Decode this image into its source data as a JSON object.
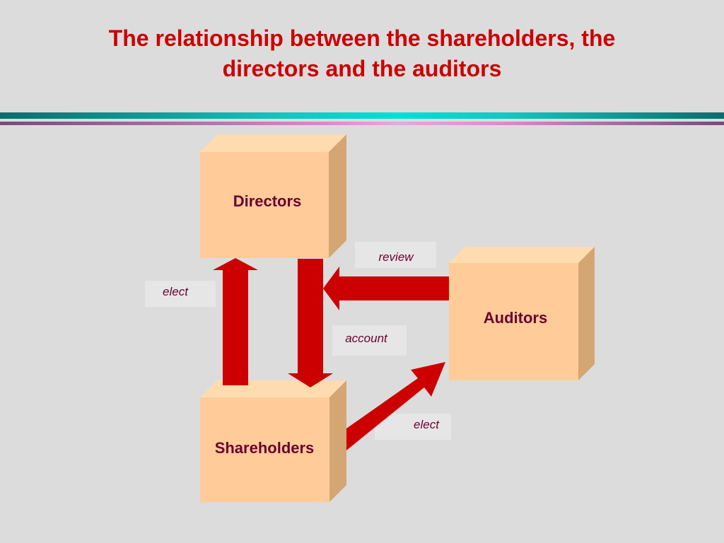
{
  "title": {
    "line1": "The relationship between the shareholders, the",
    "line2": "directors and the auditors"
  },
  "nodes": {
    "directors": "Directors",
    "auditors": "Auditors",
    "shareholders": "Shareholders"
  },
  "edges": {
    "shareholders_to_directors": "elect",
    "directors_to_shareholders": "account",
    "auditors_to_directors": "review",
    "shareholders_to_auditors": "elect"
  },
  "colors": {
    "title": "#cc0000",
    "arrow": "#cc0000",
    "box_front": "#ffcc99",
    "box_top": "#ffdcb0",
    "box_side": "#d4a673",
    "label": "#6b0030"
  }
}
